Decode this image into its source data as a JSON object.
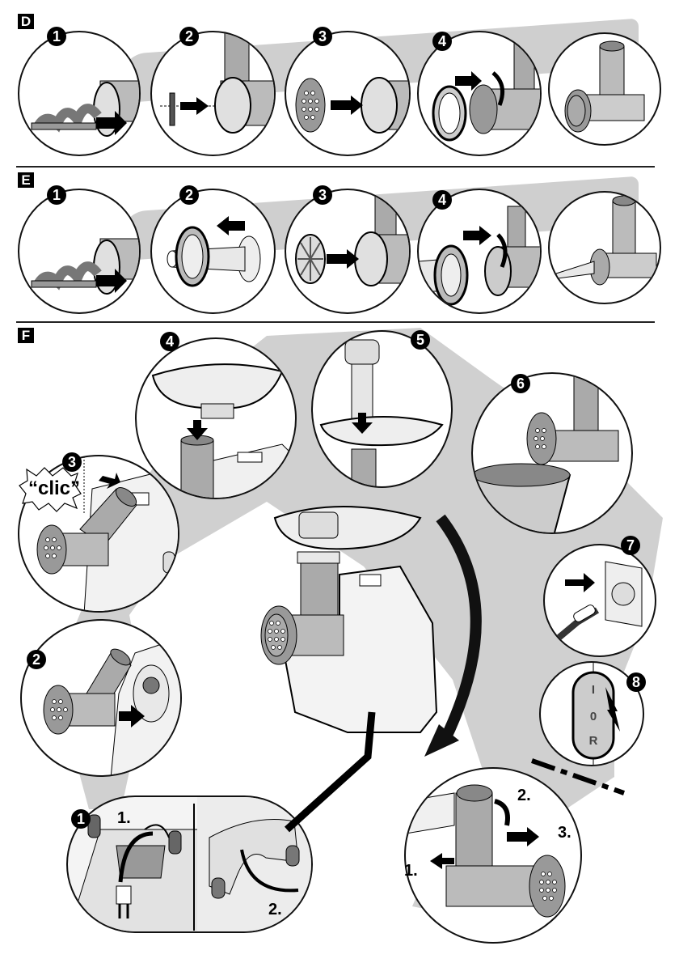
{
  "sections": {
    "D": {
      "label": "D",
      "steps": [
        {
          "number": "1",
          "description": "insert-worm-screw"
        },
        {
          "number": "2",
          "description": "insert-blade"
        },
        {
          "number": "3",
          "description": "insert-perforated-disc"
        },
        {
          "number": "4",
          "description": "screw-on-ring"
        },
        {
          "number": "",
          "description": "assembled-mincer-head"
        }
      ]
    },
    "E": {
      "label": "E",
      "steps": [
        {
          "number": "1",
          "description": "insert-worm-screw"
        },
        {
          "number": "2",
          "description": "slide-ring-onto-sausage-nozzle"
        },
        {
          "number": "3",
          "description": "insert-sausage-spacer"
        },
        {
          "number": "4",
          "description": "screw-on-ring-with-nozzle"
        },
        {
          "number": "",
          "description": "assembled-sausage-attachment"
        }
      ]
    },
    "F": {
      "label": "F",
      "steps": [
        {
          "number": "1",
          "description": "unwind-cord",
          "sub_labels": [
            "1.",
            "2."
          ]
        },
        {
          "number": "2",
          "description": "insert-mincer-head"
        },
        {
          "number": "3",
          "description": "rotate-head-until-click",
          "sound": "“clic”"
        },
        {
          "number": "4",
          "description": "attach-tray"
        },
        {
          "number": "5",
          "description": "insert-pusher"
        },
        {
          "number": "6",
          "description": "place-bowl"
        },
        {
          "number": "7",
          "description": "plug-in"
        },
        {
          "number": "8",
          "description": "switch-on",
          "switch_positions": [
            "I",
            "0",
            "R"
          ]
        },
        {
          "number": "",
          "description": "remove-head",
          "sub_labels": [
            "1.",
            "2.",
            "3."
          ]
        }
      ]
    }
  },
  "colors": {
    "ink": "#000000",
    "shadow": "#cfcfcf",
    "background": "#ffffff",
    "metal": "#a8a8a8"
  }
}
